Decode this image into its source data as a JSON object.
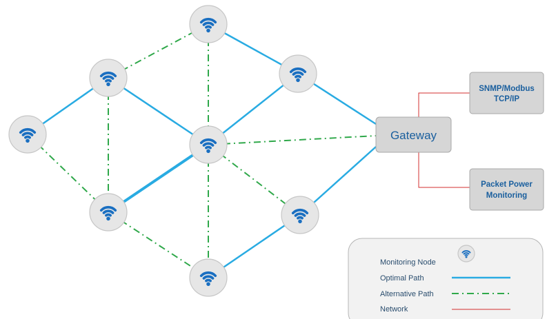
{
  "diagram": {
    "gateway": {
      "label": "Gateway"
    },
    "snmp_box": {
      "line1": "SNMP/Modbus",
      "line2": "TCP/IP"
    },
    "packet_box": {
      "line1": "Packet Power",
      "line2": "Monitoring"
    }
  },
  "legend": {
    "monitoring_node": "Monitoring Node",
    "optimal_path": "Optimal Path",
    "alternative_path": "Alternative Path",
    "network": "Network"
  },
  "colors": {
    "optimal": "#29abe2",
    "alternative": "#2fa84a",
    "network": "#d32f2f",
    "wifi_icon": "#1a6fc1"
  },
  "icons": {
    "node": "wifi-icon"
  }
}
